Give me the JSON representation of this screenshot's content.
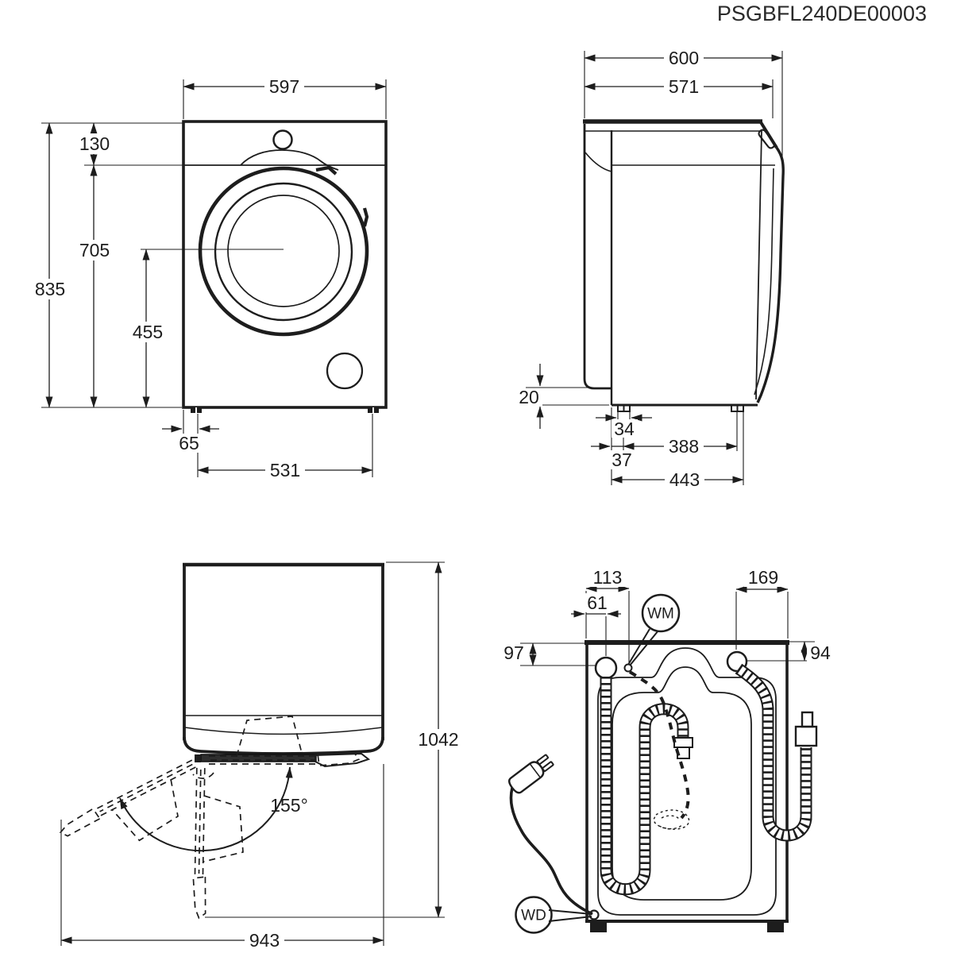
{
  "document": {
    "code": "PSGBFL240DE00003"
  },
  "front_view": {
    "width": "597",
    "panel_height": "130",
    "height_total": "835",
    "height_below_panel": "705",
    "drum_center_height": "455",
    "left_foot_inset": "65",
    "feet_distance": "531"
  },
  "side_view": {
    "depth_total": "600",
    "depth_body": "571",
    "rear_panel_gap": "20",
    "foot_width": "34",
    "rear_foot_inset": "37",
    "feet_distance": "388",
    "feet_overall": "443"
  },
  "top_open_view": {
    "depth_door_open": "1042",
    "width_door_open": "943",
    "door_angle": "155°"
  },
  "back_view": {
    "drain_offset": "113",
    "cord_offset": "61",
    "inlet_offset": "169",
    "left_port_depth": "97",
    "right_port_depth": "94",
    "wm_callout": "WM",
    "wd_callout": "WD"
  }
}
